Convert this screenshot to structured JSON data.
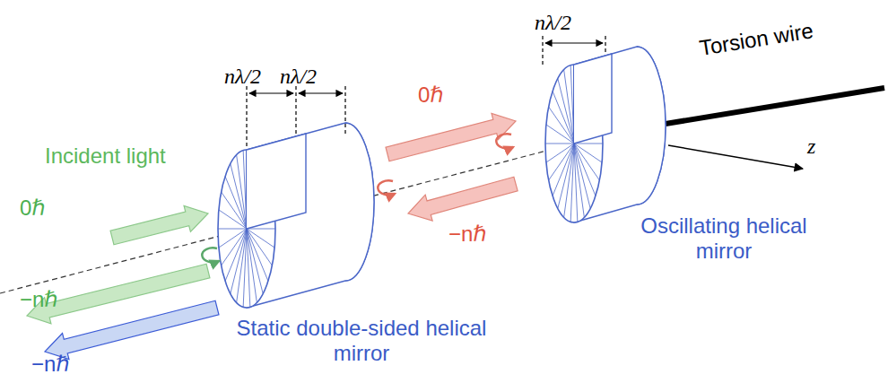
{
  "diagram": {
    "labels": [
      "Incident light",
      "0ℏ",
      "−nℏ",
      "−nℏ",
      "nλ/2",
      "nλ/2",
      "nλ/2",
      "0ℏ",
      "−nℏ",
      "Torsion wire",
      "z",
      "Static double-sided helical mirror",
      "Oscillating helical mirror"
    ]
  }
}
